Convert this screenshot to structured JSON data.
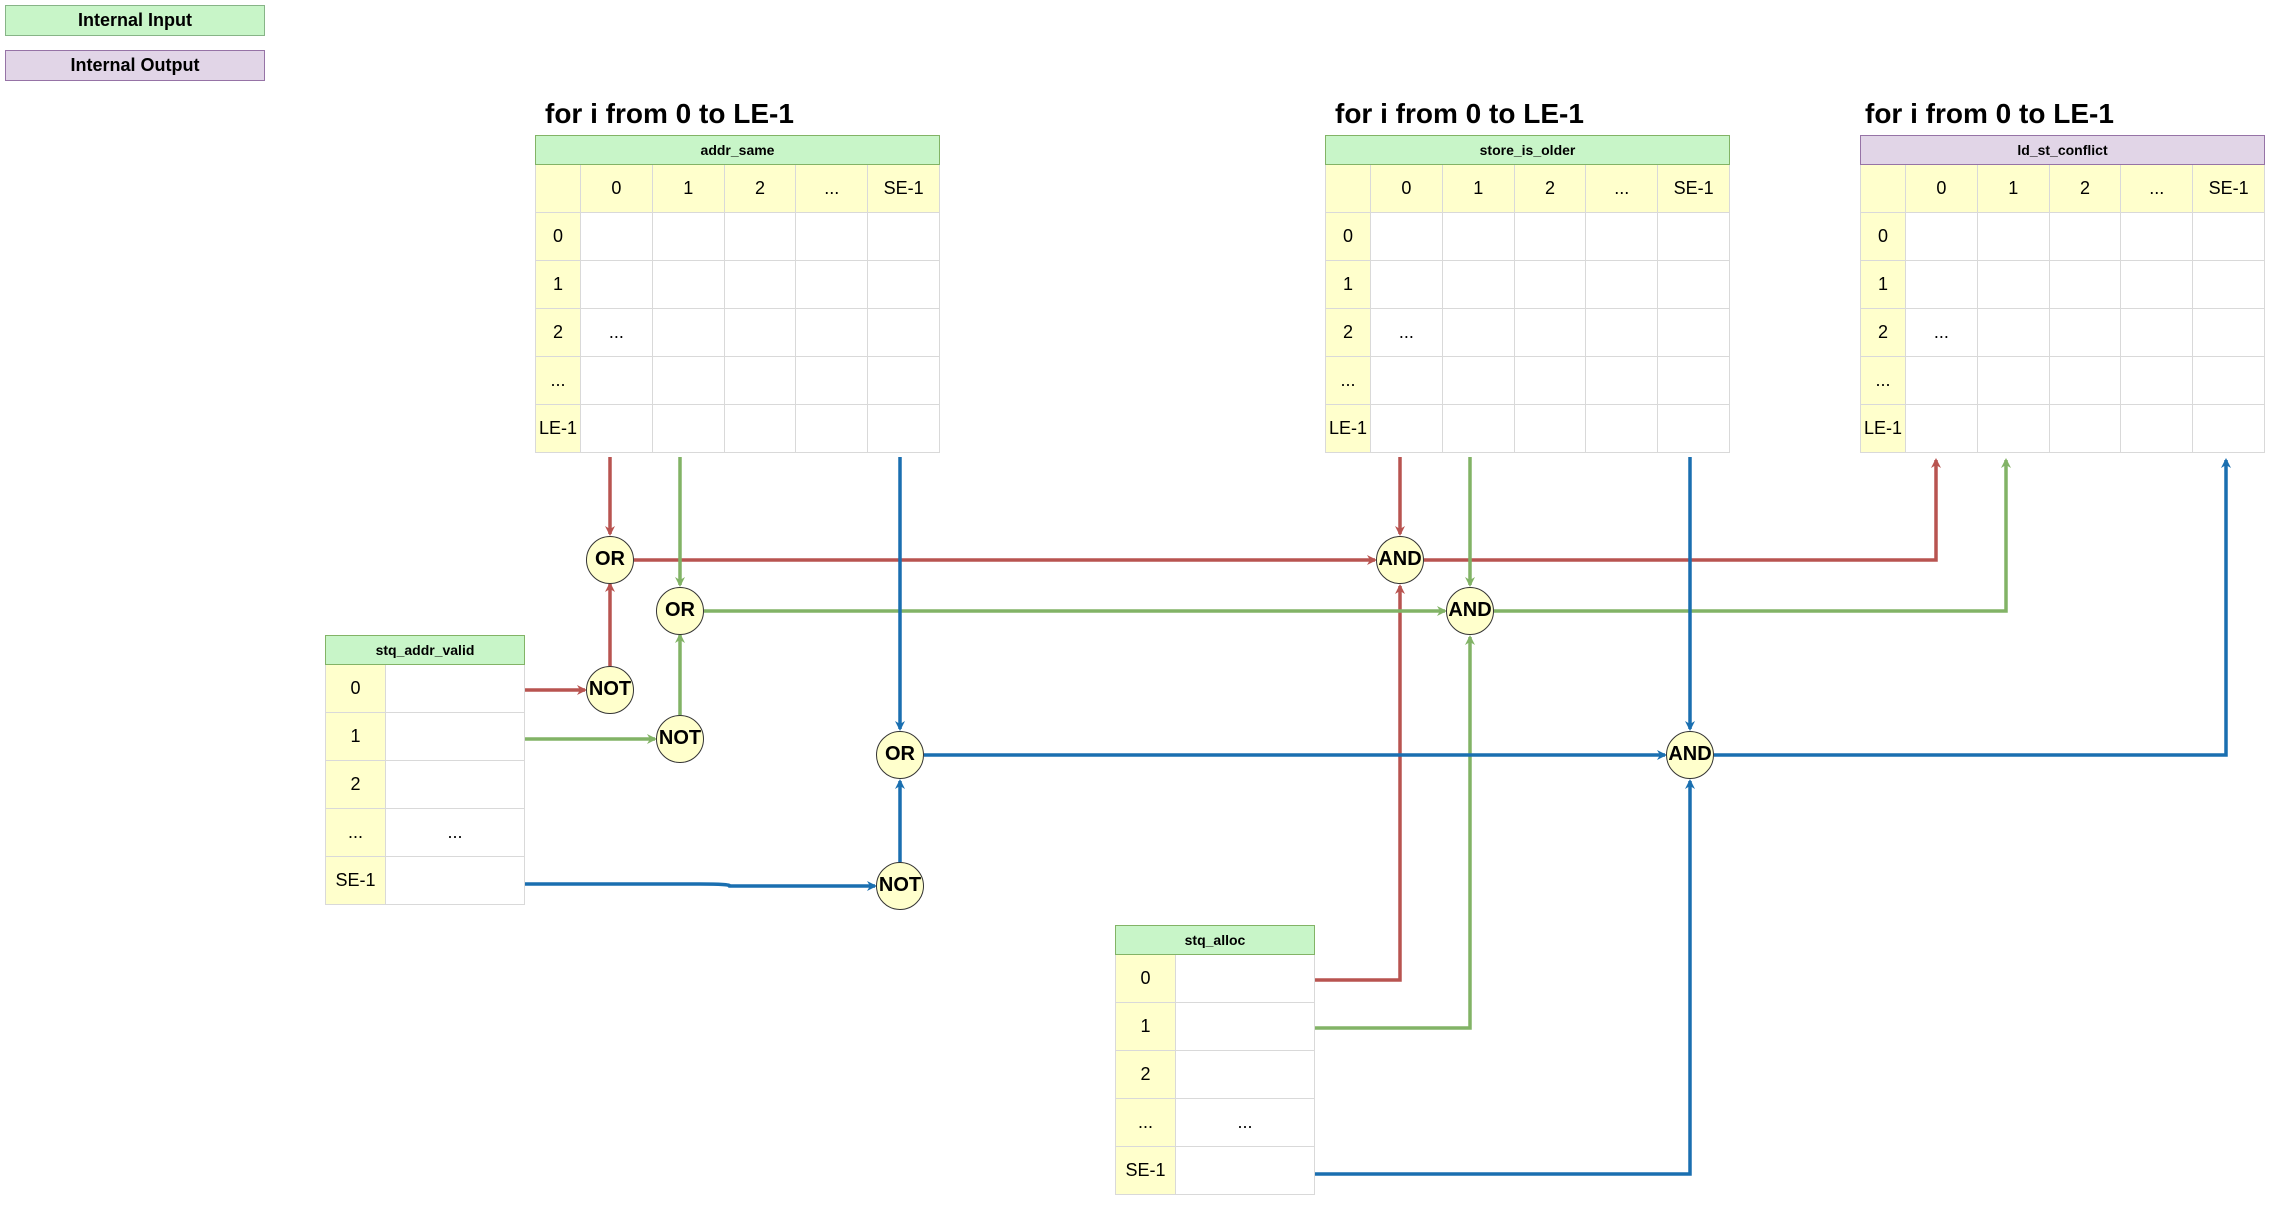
{
  "legend": {
    "input": "Internal Input",
    "output": "Internal Output"
  },
  "loop_label": "for i from 0 to LE-1",
  "matrix_cols": [
    "0",
    "1",
    "2",
    "...",
    "SE-1"
  ],
  "matrix_rows": [
    "0",
    "1",
    "2",
    "...",
    "LE-1"
  ],
  "matrix_ellipsis": "...",
  "matrices": {
    "addr_same": "addr_same",
    "store_is_older": "store_is_older",
    "ld_st_conflict": "ld_st_conflict"
  },
  "vectors": {
    "stq_addr_valid": "stq_addr_valid",
    "stq_alloc": "stq_alloc"
  },
  "vector_rows": [
    "0",
    "1",
    "2",
    "...",
    "SE-1"
  ],
  "vector_ellipsis": "...",
  "gates": {
    "or": "OR",
    "not": "NOT",
    "and": "AND"
  },
  "colors": {
    "red": "#b85450",
    "green": "#82b366",
    "blue": "#1a6fb0"
  }
}
